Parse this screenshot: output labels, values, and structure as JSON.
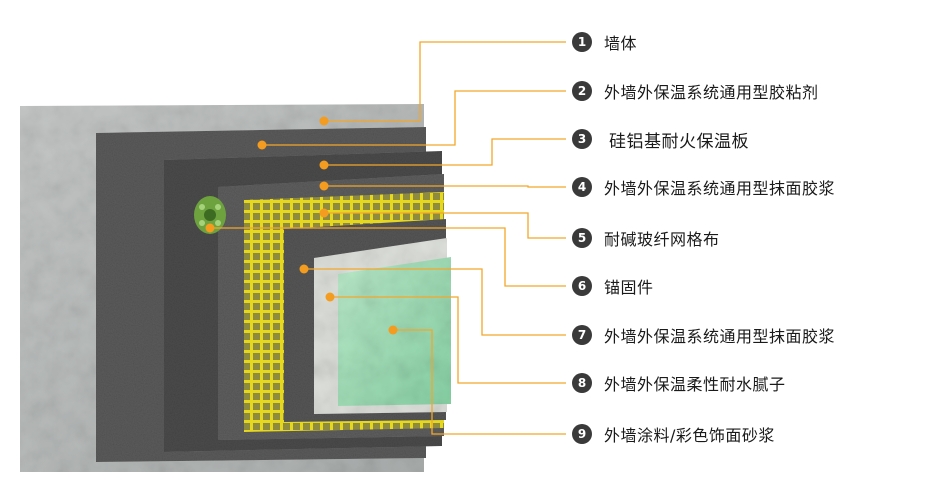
{
  "colors": {
    "leader": "#f4a62a",
    "dot": "#f39c1f",
    "badge": "#3a3a3a",
    "wall": "#b9bcbb",
    "adhesive": "#5a5a5a",
    "board": "#4a4a4a",
    "mesh": "#e1d21b",
    "putty": "#d9dcd6",
    "finish": "#9fd9b6",
    "anchor": "#6a9e3a"
  },
  "layers": [
    {
      "number": "1",
      "label": "墙体"
    },
    {
      "number": "2",
      "label": "外墙外保温系统通用型胶粘剂"
    },
    {
      "number": "3",
      "label": "硅铝基耐火保温板"
    },
    {
      "number": "4",
      "label": "外墙外保温系统通用型抹面胶浆"
    },
    {
      "number": "5",
      "label": "耐碱玻纤网格布"
    },
    {
      "number": "6",
      "label": "锚固件"
    },
    {
      "number": "7",
      "label": "外墙外保温系统通用型抹面胶浆"
    },
    {
      "number": "8",
      "label": "外墙外保温柔性耐水腻子"
    },
    {
      "number": "9",
      "label": "外墙涂料/彩色饰面砂浆"
    }
  ]
}
